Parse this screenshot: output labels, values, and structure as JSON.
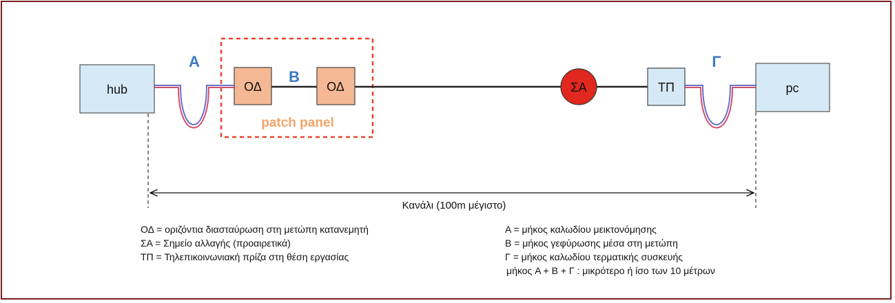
{
  "nodes": {
    "hub": "hub",
    "od1": "ΟΔ",
    "od2": "ΟΔ",
    "sa": "ΣΑ",
    "tp": "ΤΠ",
    "pc": "pc"
  },
  "segments": {
    "a": "A",
    "b": "B",
    "g": "Γ"
  },
  "patch_panel": "patch panel",
  "channel": "Κανάλι (100m μέγιστο)",
  "legend_left": [
    "ΟΔ = οριζόντια διασταύρωση στη μετώπη κατανεμητή",
    "ΣΑ = Σημείο αλλαγής (προαιρετικά)",
    "ΤΠ = Τηλεπικοινωνιακή πρίζα στη θέση εργασίας"
  ],
  "legend_right": [
    "A = μήκος καλωδίου μεικτονόμησης",
    "B = μήκος γεφύρωσης μέσα στη μετώπη",
    "Γ = μήκος καλωδίου τερματικής συσκευής",
    "μήκος A + B + Γ : μικρότερο ή ίσο των 10 μέτρων"
  ],
  "colors": {
    "frame": "#7a1f1f",
    "end_box": "#d5eaf6",
    "od_box": "#f4b894",
    "sa_circle": "#e0281f",
    "patch_dashed": "#e8452c",
    "segment_label": "#3b7ac0",
    "patch_label": "#f3a46a",
    "cable_blue": "#6a70c8",
    "cable_red": "#d0506a"
  }
}
